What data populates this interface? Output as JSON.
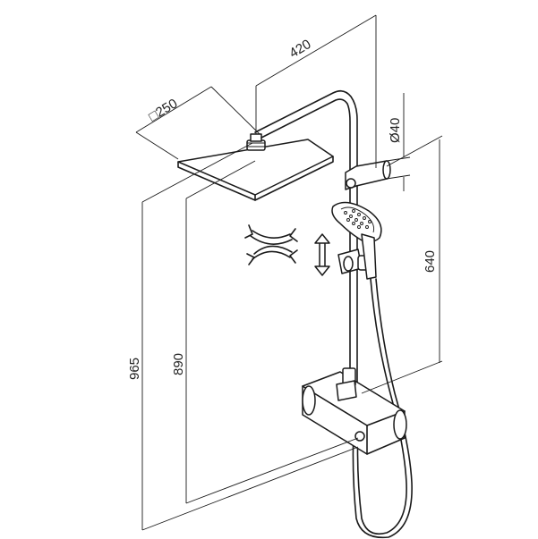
{
  "dimensions": {
    "head_square": "□250",
    "arm_reach": "420",
    "pipe_diameter": "Ø40",
    "slide_rail": "640",
    "height_890": "890",
    "height_965": "965"
  },
  "colors": {
    "line": "#1a1a1a",
    "background": "#ffffff"
  },
  "icons": [
    "rotate-arrows-icon",
    "vertical-adjust-arrow-icon"
  ]
}
